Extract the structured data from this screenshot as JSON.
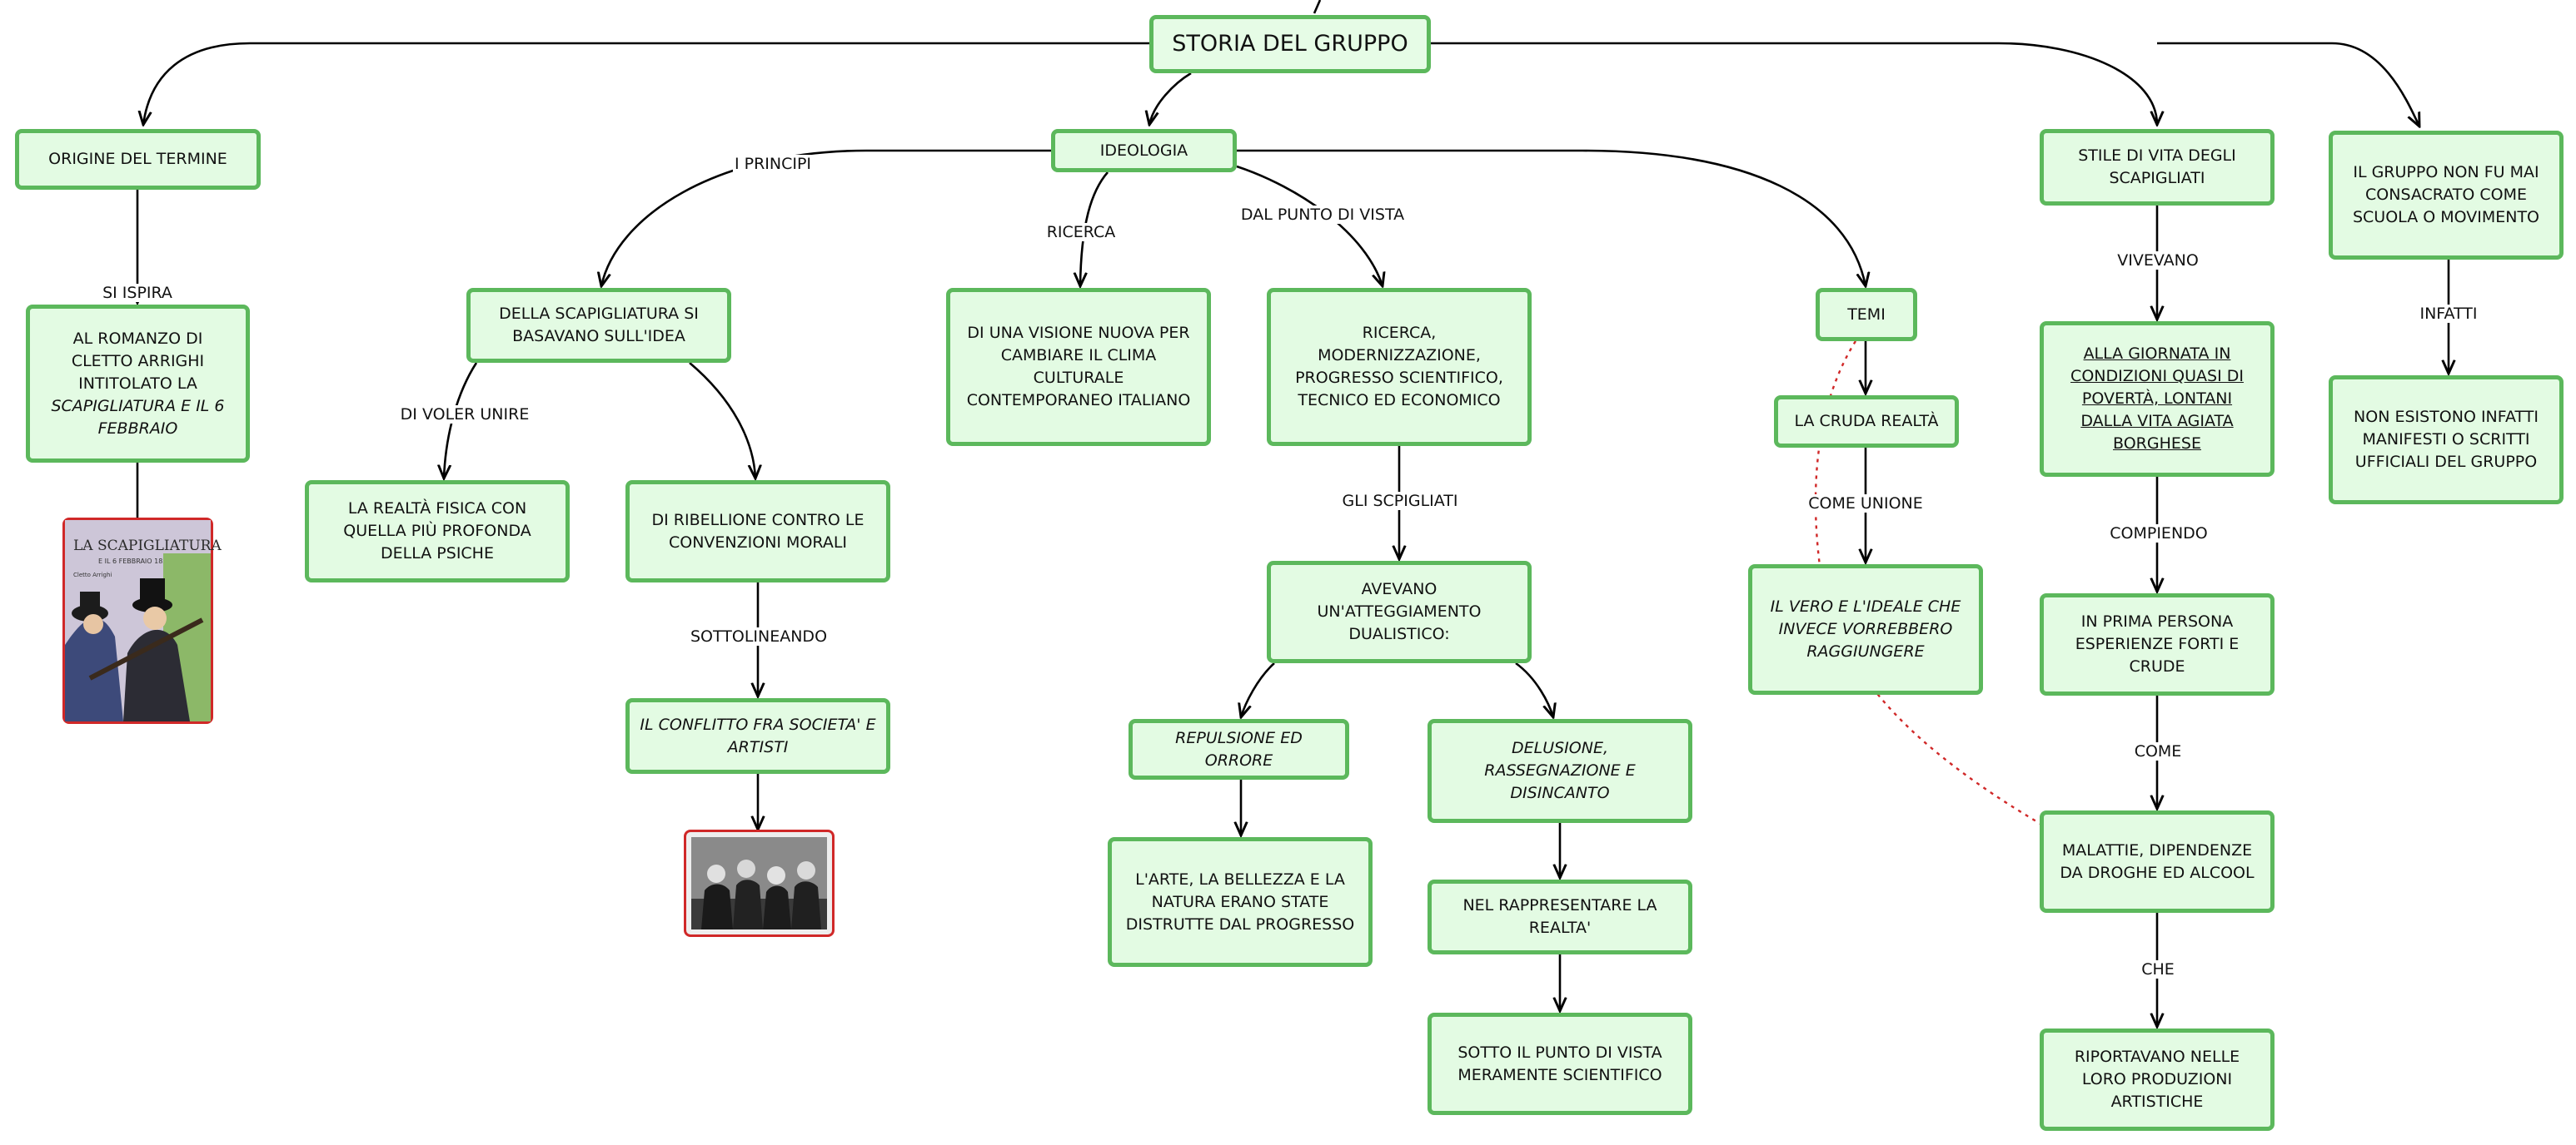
{
  "title": "STORIA DEL GRUPPO",
  "nodes": {
    "origine": "ORIGINE DEL TERMINE",
    "romanzo_1": "AL ROMANZO DI CLETTO ARRIGHI INTITOLATO LA",
    "romanzo_2": "SCAPIGLIATURA E IL 6 FEBBRAIO",
    "ideologia": "IDEOLOGIA",
    "basavano": "DELLA SCAPIGLIATURA SI BASAVANO SULL'IDEA",
    "realta_fisica": "LA REALTÀ FISICA CON QUELLA PIÙ PROFONDA DELLA PSICHE",
    "ribellione": "DI RIBELLIONE CONTRO LE CONVENZIONI MORALI",
    "conflitto": "IL CONFLITTO FRA SOCIETA' E ARTISTI",
    "visione": "DI UNA VISIONE NUOVA PER CAMBIARE IL CLIMA CULTURALE CONTEMPORANEO ITALIANO",
    "ricerca": "RICERCA, MODERNIZZAZIONE, PROGRESSO SCIENTIFICO, TECNICO ED ECONOMICO",
    "dualistico": "AVEVANO UN'ATTEGGIAMENTO DUALISTICO:",
    "repulsione": "REPULSIONE ED ORRORE",
    "arte": "L'ARTE, LA BELLEZZA E LA NATURA ERANO STATE DISTRUTTE DAL PROGRESSO",
    "delusione": "DELUSIONE, RASSEGNAZIONE E DISINCANTO",
    "rappresentare": "NEL RAPPRESENTARE LA REALTA'",
    "punto_vista": "SOTTO IL PUNTO DI VISTA MERAMENTE SCIENTIFICO",
    "temi": "TEMI",
    "cruda": "LA CRUDA REALTÀ",
    "vero": "IL VERO E L'IDEALE CHE INVECE VORREBBERO RAGGIUNGERE",
    "stile": "STILE DI VITA DEGLI SCAPIGLIATI",
    "giornata": "ALLA GIORNATA IN CONDIZIONI QUASI DI POVERTÀ, LONTANI DALLA VITA AGIATA BORGHESE",
    "prima_persona": "IN PRIMA PERSONA ESPERIENZE FORTI E CRUDE",
    "malattie": "MALATTIE, DIPENDENZE DA DROGHE ED ALCOOL",
    "riportavano": "RIPORTAVANO NELLE LORO PRODUZIONI ARTISTICHE",
    "mai": "IL GRUPPO NON FU MAI CONSACRATO COME SCUOLA O MOVIMENTO",
    "manifesti": "NON ESISTONO INFATTI MANIFESTI O SCRITTI UFFICIALI DEL GRUPPO"
  },
  "links": {
    "si_ispira": "SI ISPIRA",
    "i_principi": "I PRINCIPI",
    "ricerca": "RICERCA",
    "dal_punto": "DAL PUNTO DI VISTA",
    "voler_unire": "DI VOLER UNIRE",
    "sottolineando": "SOTTOLINEANDO",
    "gli_scpigliati": "GLI SCPIGLIATI",
    "come_unione": "COME UNIONE",
    "vivevano": "VIVEVANO",
    "compiendo": "COMPIENDO",
    "come": "COME",
    "che": "CHE",
    "infatti": "INFATTI"
  },
  "images": {
    "book_cover_title": "LA SCAPIGLIATURA",
    "book_cover_subtitle": "E IL 6 FEBBRAIO 1853",
    "book_cover_author": "Cletto Arrighi"
  },
  "colors": {
    "node_fill": "#e3fbe3",
    "node_border": "#5cb85c",
    "edge": "#000000",
    "cross_link": "#d02828",
    "image_frame": "#d02828"
  }
}
